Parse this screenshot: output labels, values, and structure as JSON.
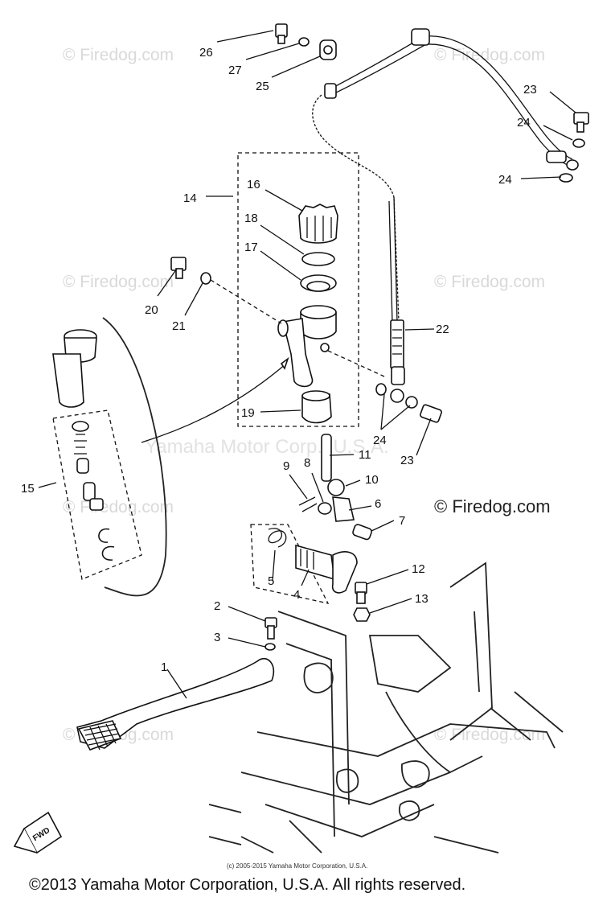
{
  "watermark_text": "© Firedog.com",
  "brand_watermark": "© Firedog.com",
  "ghost_text": "Yamaha Motor Corp., U.S.A.",
  "fwd_label": "FWD",
  "small_copyright": "(c) 2005-2015 Yamaha Motor Corporation, U.S.A.",
  "footer_copyright": "©2013 Yamaha Motor Corporation, U.S.A. All rights reserved.",
  "callouts": {
    "c1": "1",
    "c2": "2",
    "c3": "3",
    "c4": "4",
    "c5": "5",
    "c6": "6",
    "c7": "7",
    "c8": "8",
    "c9": "9",
    "c10": "10",
    "c11": "11",
    "c12": "12",
    "c13": "13",
    "c14": "14",
    "c15": "15",
    "c16": "16",
    "c17": "17",
    "c18": "18",
    "c19": "19",
    "c20": "20",
    "c21": "21",
    "c22": "22",
    "c23a": "23",
    "c23b": "23",
    "c24a": "24",
    "c24b": "24",
    "c24c": "24",
    "c25": "25",
    "c26": "26",
    "c27": "27"
  }
}
